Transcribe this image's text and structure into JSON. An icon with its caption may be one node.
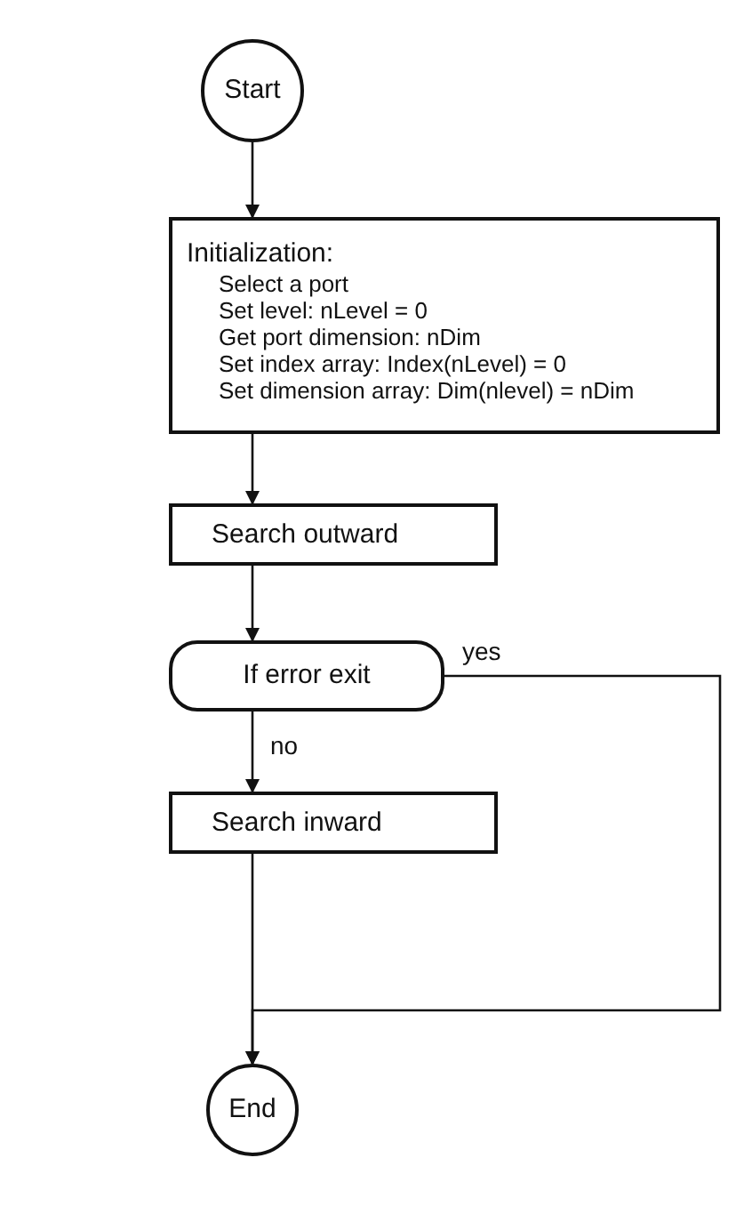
{
  "diagram": {
    "nodes": [
      {
        "text": [
          "Start"
        ]
      },
      {
        "text": [
          "Initialization:",
          "Select a port",
          "Set level:  nLevel = 0",
          "Get port dimension: nDim",
          "Set index array: Index(nLevel) = 0",
          "Set dimension array: Dim(nlevel) = nDim"
        ]
      },
      {
        "text": [
          "Search outward"
        ]
      },
      {
        "text": [
          "If error exit"
        ]
      },
      {
        "text": [
          "Search inward"
        ]
      },
      {
        "text": [
          "End"
        ]
      }
    ],
    "edges": [
      {
        "from": 0,
        "to": 1,
        "arrow": "to"
      },
      {
        "from": 1,
        "to": 2,
        "arrow": "to"
      },
      {
        "from": 2,
        "to": 3,
        "arrow": "to"
      },
      {
        "from": 3,
        "to": 4,
        "arrow": "to",
        "label": "no"
      },
      {
        "from": 3,
        "to": 5,
        "arrow": "to",
        "label": "yes"
      },
      {
        "from": 4,
        "to": 5,
        "arrow": "to"
      }
    ]
  }
}
